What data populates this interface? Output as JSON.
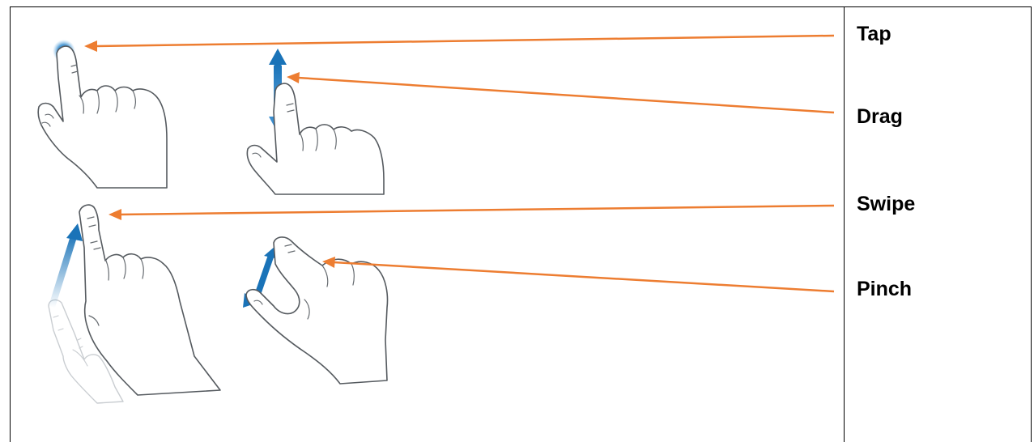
{
  "labels": {
    "tap": "Tap",
    "drag": "Drag",
    "swipe": "Swipe",
    "pinch": "Pinch"
  },
  "colors": {
    "pointer_arrow": "#ed7d31",
    "gesture_blue": "#1a73b8",
    "outline": "#555a5f",
    "border": "#000000"
  },
  "icons": [
    "tap-hand-icon",
    "drag-hand-icon",
    "swipe-hand-icon",
    "pinch-hand-icon"
  ]
}
